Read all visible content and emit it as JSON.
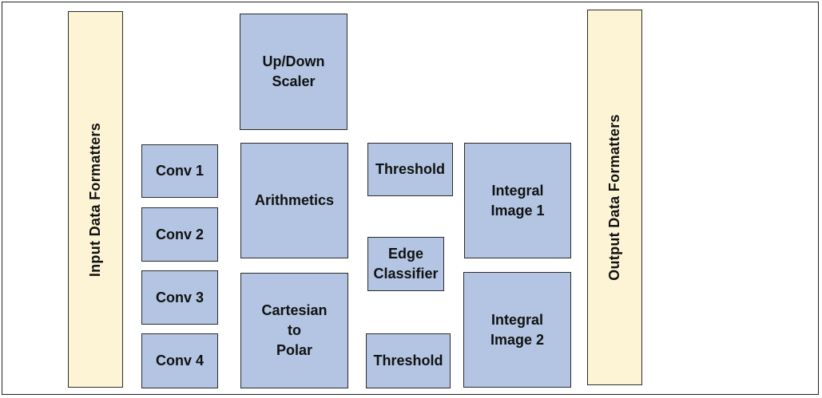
{
  "blocks": {
    "input_formatters": "Input  Data Formatters",
    "output_formatters": "Output Data Formatters",
    "conv1": "Conv 1",
    "conv2": "Conv 2",
    "conv3": "Conv 3",
    "conv4": "Conv 4",
    "scaler": "Up/Down\nScaler",
    "arithmetics": "Arithmetics",
    "cartesian_polar": "Cartesian\nto\nPolar",
    "threshold_top": "Threshold",
    "edge_classifier": "Edge\nClassifier",
    "threshold_bottom": "Threshold",
    "integral_image1": "Integral\nImage 1",
    "integral_image2": "Integral\nImage 2"
  },
  "colors": {
    "block_fill": "#b3c5e2",
    "formatter_fill": "#fdf4d6",
    "border": "#2b2b2b"
  }
}
